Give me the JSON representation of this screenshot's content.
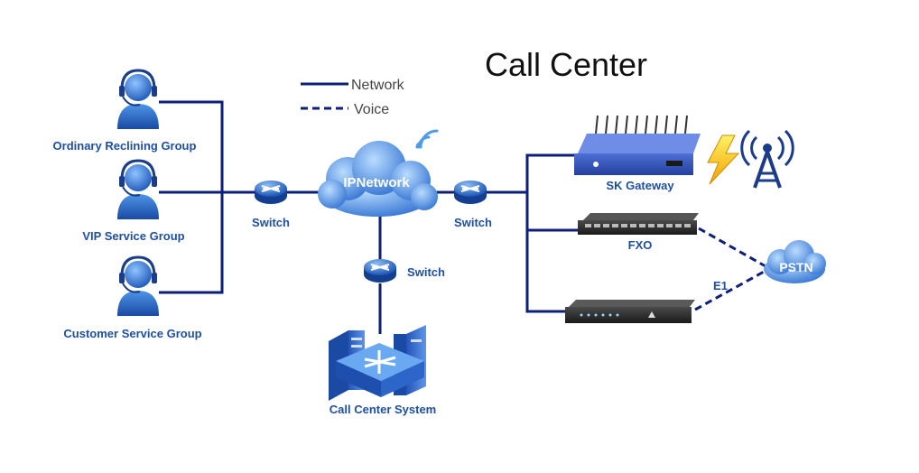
{
  "title": "Call Center",
  "legend": {
    "network": "Network",
    "voice": "Voice"
  },
  "groups": [
    {
      "label": "Ordinary Reclining Group"
    },
    {
      "label": "VIP Service Group"
    },
    {
      "label": "Customer Service Group"
    }
  ],
  "switches": {
    "left": "Switch",
    "center": "Switch",
    "right": "Switch"
  },
  "ip_network": "IPNetwork",
  "call_center_system": "Call Center System",
  "devices": {
    "sk_gateway": "SK Gateway",
    "fxo": "FXO"
  },
  "pstn": "PSTN",
  "e1_label": "E1",
  "colors": {
    "line": "#0d1f7a",
    "label": "#1f4fa3",
    "accent": "#2c6fd1"
  }
}
